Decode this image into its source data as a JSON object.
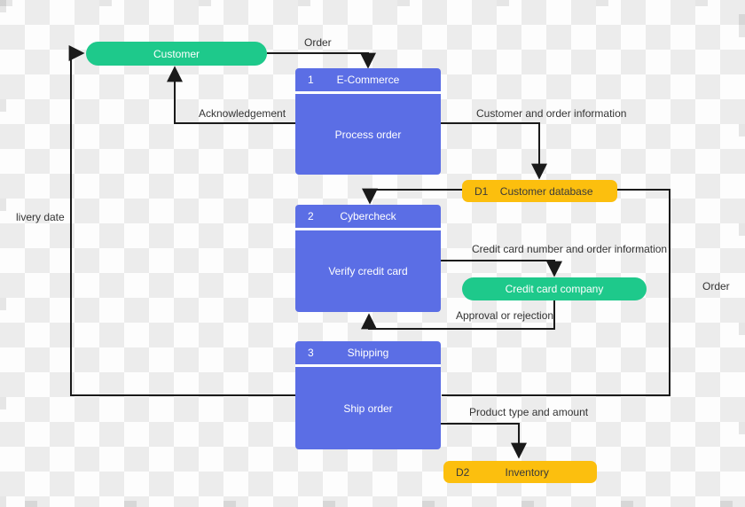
{
  "entities": {
    "customer": "Customer",
    "credit_card_company": "Credit card company"
  },
  "processes": [
    {
      "number": "1",
      "name": "E-Commerce",
      "action": "Process order"
    },
    {
      "number": "2",
      "name": "Cybercheck",
      "action": "Verify credit card"
    },
    {
      "number": "3",
      "name": "Shipping",
      "action": "Ship order"
    }
  ],
  "data_stores": [
    {
      "id": "D1",
      "name": "Customer database"
    },
    {
      "id": "D2",
      "name": "Inventory"
    }
  ],
  "flow_labels": {
    "order_top": "Order",
    "acknowledgement": "Acknowledgement",
    "customer_order_info": "Customer and order information",
    "cc_number_order_info": "Credit card number and order information",
    "approval_rejection": "Approval or rejection",
    "order_right": "Order",
    "product_type_amount": "Product type and amount",
    "delivery_date": "livery date"
  },
  "colors": {
    "process_fill": "#5b6ee5",
    "entity_fill": "#1ec98b",
    "store_fill": "#fcbf0e",
    "connector": "#1a1a1a",
    "checker_gray": "#ececec"
  }
}
